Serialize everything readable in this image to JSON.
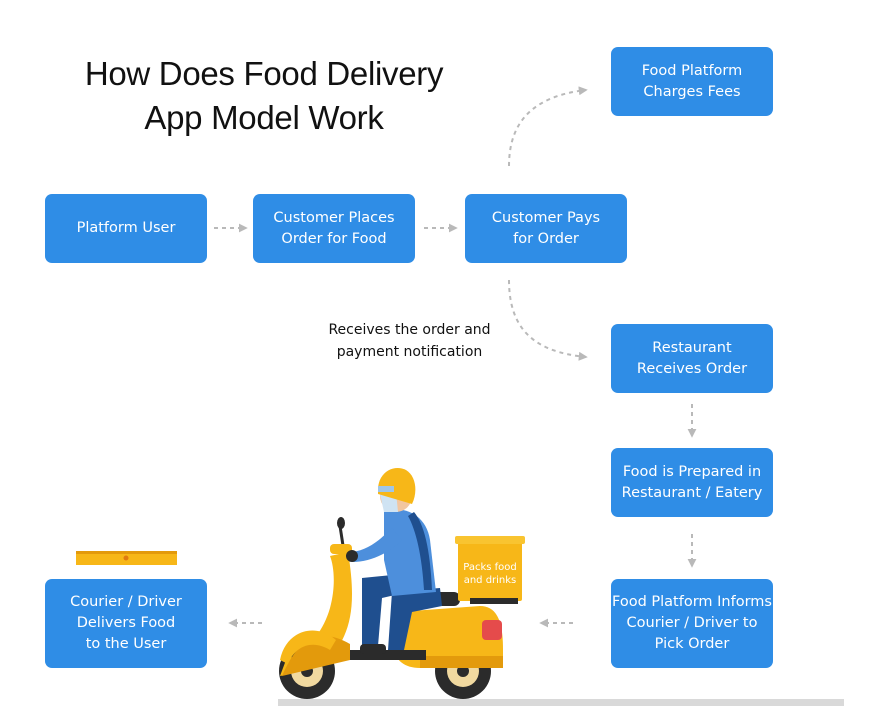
{
  "title": {
    "line1": "How Does Food Delivery",
    "line2": "App Model Work"
  },
  "nodes": {
    "platform_user": {
      "line1": "Platform User"
    },
    "customer_places": {
      "line1": "Customer Places",
      "line2": "Order for Food"
    },
    "customer_pays": {
      "line1": "Customer Pays",
      "line2": "for Order"
    },
    "charges_fees": {
      "line1": "Food Platform",
      "line2": "Charges Fees"
    },
    "restaurant_receives": {
      "line1": "Restaurant",
      "line2": "Receives Order"
    },
    "food_prepared": {
      "line1": "Food is Prepared in",
      "line2": "Restaurant / Eatery"
    },
    "informs_courier": {
      "line1": "Food Platform Informs",
      "line2": "Courier / Driver to",
      "line3": "Pick Order"
    },
    "courier_delivers": {
      "line1": "Courier / Driver",
      "line2": "Delivers Food",
      "line3": "to the User"
    }
  },
  "annotation": {
    "line1": "Receives the order and",
    "line2": "payment notification"
  },
  "illustration": {
    "box_label_line1": "Packs food",
    "box_label_line2": "and drinks"
  },
  "colors": {
    "box": "#2f8de6",
    "arrow": "#b9b9b9",
    "scooter": "#f7b718",
    "rider_shirt": "#4d8fdc",
    "rider_pants": "#1f4f8f"
  }
}
